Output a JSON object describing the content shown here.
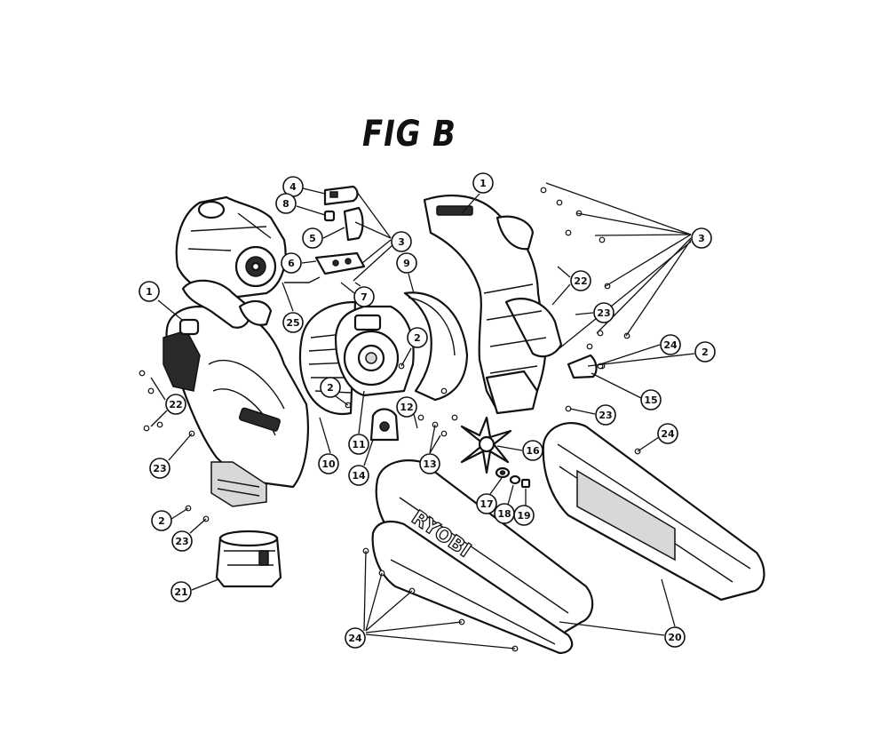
{
  "figure": {
    "title": "FIG B",
    "brand": "RYOBI"
  },
  "callouts": [
    {
      "id": "c1a",
      "label": "1"
    },
    {
      "id": "c1b",
      "label": "1"
    },
    {
      "id": "c2a",
      "label": "2"
    },
    {
      "id": "c2b",
      "label": "2"
    },
    {
      "id": "c2c",
      "label": "2"
    },
    {
      "id": "c2d",
      "label": "2"
    },
    {
      "id": "c3a",
      "label": "3"
    },
    {
      "id": "c3b",
      "label": "3"
    },
    {
      "id": "c4",
      "label": "4"
    },
    {
      "id": "c5",
      "label": "5"
    },
    {
      "id": "c6",
      "label": "6"
    },
    {
      "id": "c7",
      "label": "7"
    },
    {
      "id": "c8",
      "label": "8"
    },
    {
      "id": "c9",
      "label": "9"
    },
    {
      "id": "c10",
      "label": "10"
    },
    {
      "id": "c11",
      "label": "11"
    },
    {
      "id": "c12",
      "label": "12"
    },
    {
      "id": "c13",
      "label": "13"
    },
    {
      "id": "c14",
      "label": "14"
    },
    {
      "id": "c15",
      "label": "15"
    },
    {
      "id": "c16",
      "label": "16"
    },
    {
      "id": "c17",
      "label": "17"
    },
    {
      "id": "c18",
      "label": "18"
    },
    {
      "id": "c19",
      "label": "19"
    },
    {
      "id": "c20",
      "label": "20"
    },
    {
      "id": "c21",
      "label": "21"
    },
    {
      "id": "c22a",
      "label": "22"
    },
    {
      "id": "c22b",
      "label": "22"
    },
    {
      "id": "c23a",
      "label": "23"
    },
    {
      "id": "c23b",
      "label": "23"
    },
    {
      "id": "c23c",
      "label": "23"
    },
    {
      "id": "c23d",
      "label": "23"
    },
    {
      "id": "c24a",
      "label": "24"
    },
    {
      "id": "c24b",
      "label": "24"
    },
    {
      "id": "c24c",
      "label": "24"
    },
    {
      "id": "c25",
      "label": "25"
    }
  ]
}
